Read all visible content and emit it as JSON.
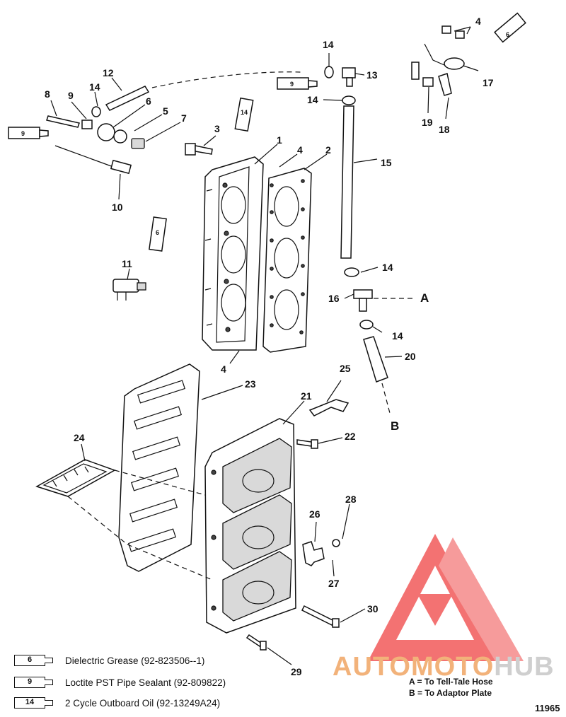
{
  "callouts": [
    "1",
    "2",
    "3",
    "4",
    "4",
    "4",
    "5",
    "6",
    "7",
    "8",
    "9",
    "10",
    "11",
    "12",
    "13",
    "14",
    "14",
    "14",
    "14",
    "14",
    "15",
    "16",
    "17",
    "18",
    "19",
    "20",
    "21",
    "22",
    "23",
    "24",
    "25",
    "26",
    "27",
    "28",
    "29",
    "30"
  ],
  "letters": {
    "a": "A",
    "b": "B"
  },
  "tube_marks": [
    "9",
    "14",
    "9",
    "6",
    "6"
  ],
  "legend": [
    {
      "code": "6",
      "text": "Dielectric Grease (92-823506--1)"
    },
    {
      "code": "9",
      "text": "Loctite PST Pipe Sealant (92-809822)"
    },
    {
      "code": "14",
      "text": "2 Cycle Outboard Oil (92-13249A24)"
    }
  ],
  "notes": [
    "A = To Tell-Tale Hose",
    "B = To Adaptor Plate"
  ],
  "figure_number": "11965",
  "watermark": {
    "brand_a": "AUTOMOTO",
    "brand_b": "HUB",
    "colors": {
      "primary": "#f15a5a",
      "secondary": "#f2b27a",
      "tertiary": "#cfcfcf"
    }
  }
}
